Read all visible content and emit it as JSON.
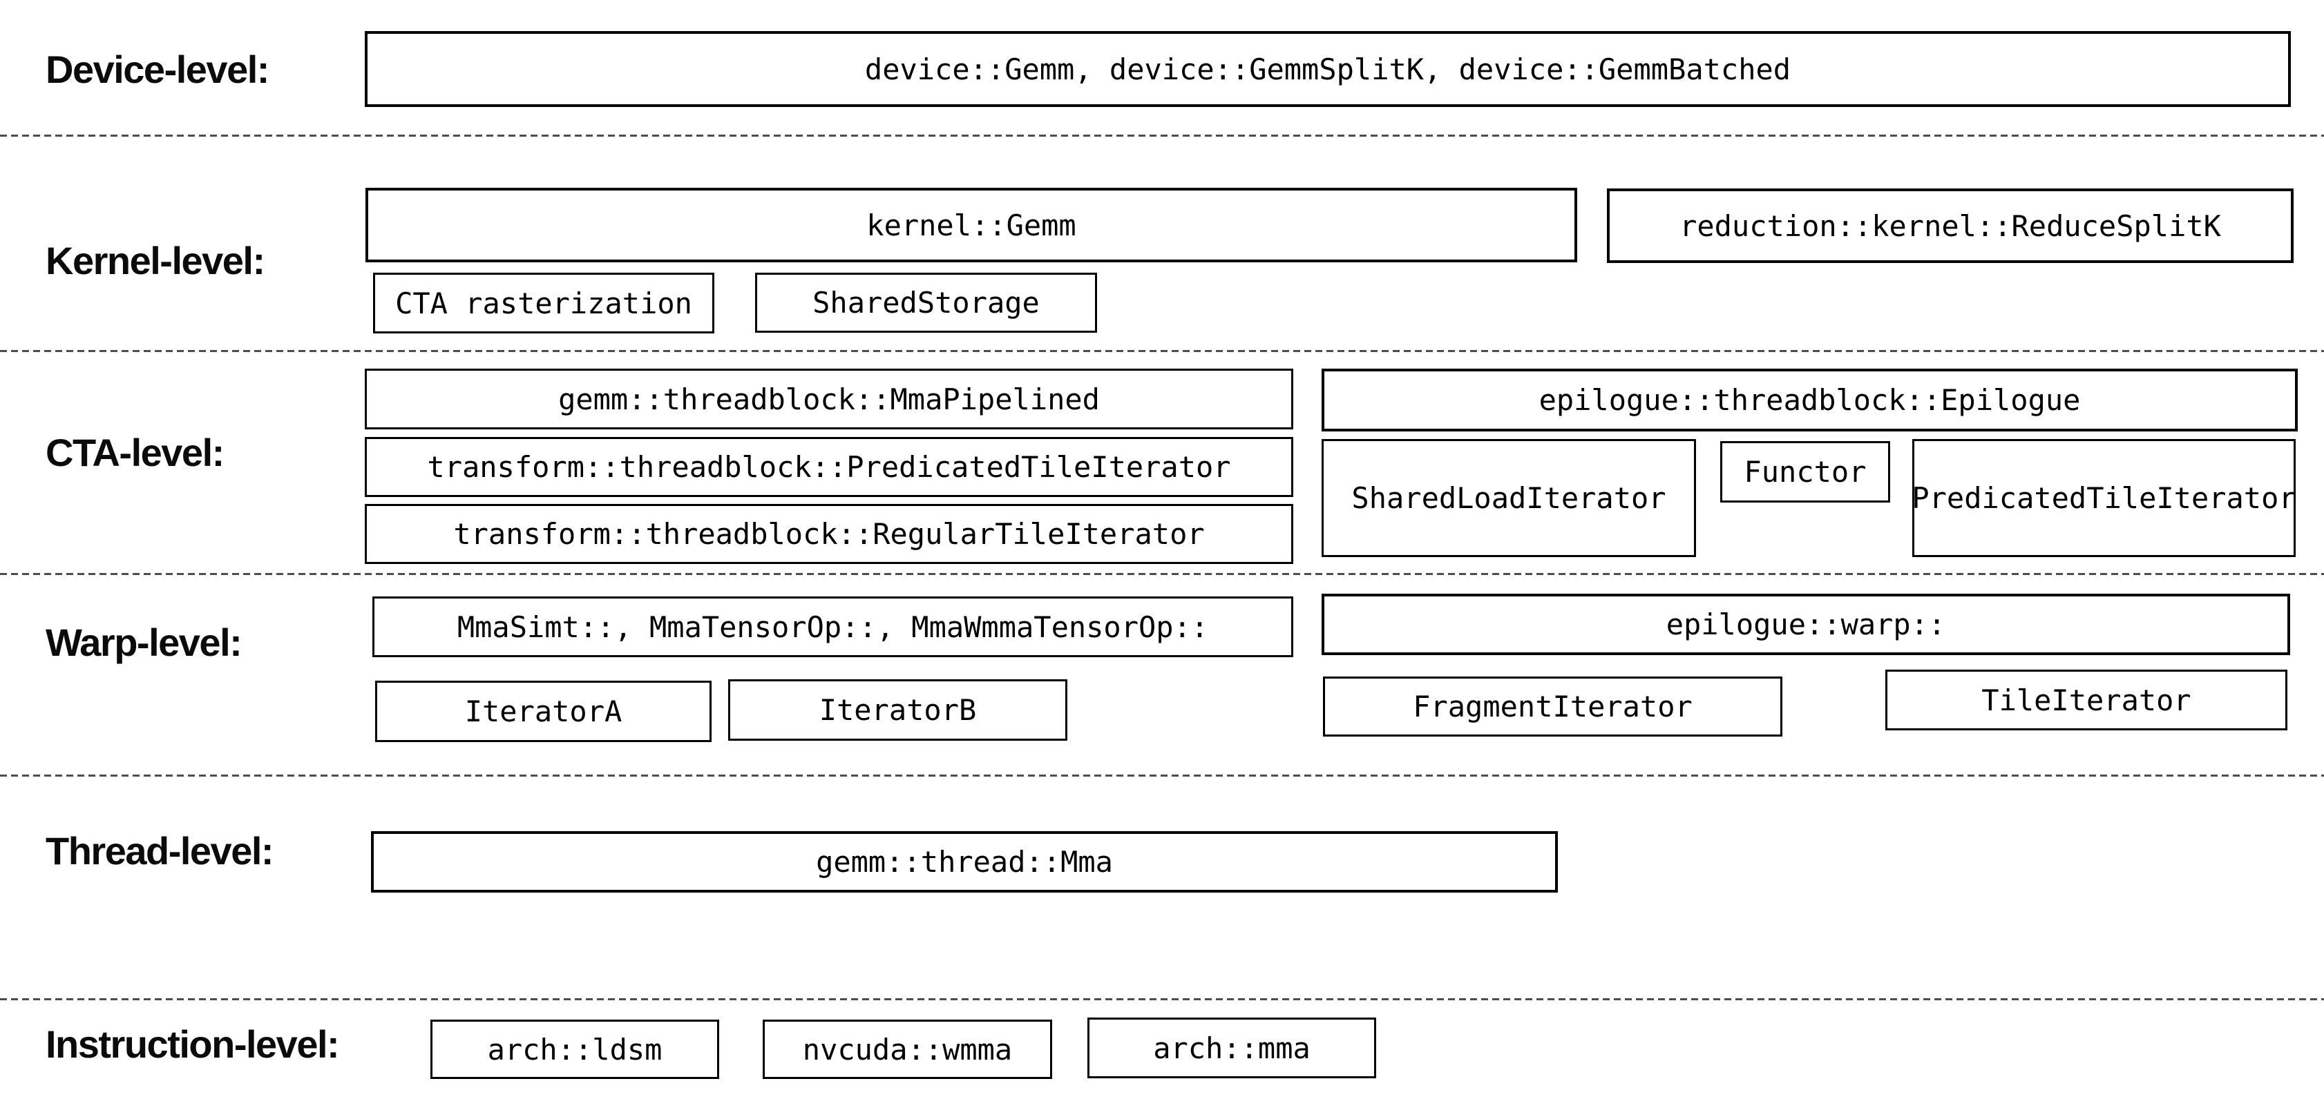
{
  "diagram": {
    "title_implicit": "GEMM software hierarchy levels",
    "colors": {
      "background": "#ffffff",
      "box_border": "#000000",
      "box_fill": "#ffffff",
      "text": "#000000",
      "separator_dash": "#4d4d4d"
    },
    "levels": [
      {
        "label": "Device-level:",
        "boxes": [
          {
            "text": "device::Gemm, device::GemmSplitK, device::GemmBatched"
          }
        ]
      },
      {
        "label": "Kernel-level:",
        "boxes": [
          {
            "text": "kernel::Gemm"
          },
          {
            "text": "reduction::kernel::ReduceSplitK"
          },
          {
            "text": "CTA rasterization"
          },
          {
            "text": "SharedStorage"
          }
        ]
      },
      {
        "label": "CTA-level:",
        "boxes": [
          {
            "text": "gemm::threadblock::MmaPipelined"
          },
          {
            "text": "transform::threadblock::PredicatedTileIterator"
          },
          {
            "text": "transform::threadblock::RegularTileIterator"
          },
          {
            "text": "epilogue::threadblock::Epilogue"
          },
          {
            "text": "SharedLoadIterator"
          },
          {
            "text": "Functor"
          },
          {
            "text": "PredicatedTileIterator"
          }
        ]
      },
      {
        "label": "Warp-level:",
        "boxes": [
          {
            "text": "MmaSimt::, MmaTensorOp::, MmaWmmaTensorOp::"
          },
          {
            "text": "epilogue::warp::"
          },
          {
            "text": "IteratorA"
          },
          {
            "text": "IteratorB"
          },
          {
            "text": "FragmentIterator"
          },
          {
            "text": "TileIterator"
          }
        ]
      },
      {
        "label": "Thread-level:",
        "boxes": [
          {
            "text": "gemm::thread::Mma"
          }
        ]
      },
      {
        "label": "Instruction-level:",
        "boxes": [
          {
            "text": "arch::ldsm"
          },
          {
            "text": "nvcuda::wmma"
          },
          {
            "text": "arch::mma"
          }
        ]
      }
    ]
  }
}
